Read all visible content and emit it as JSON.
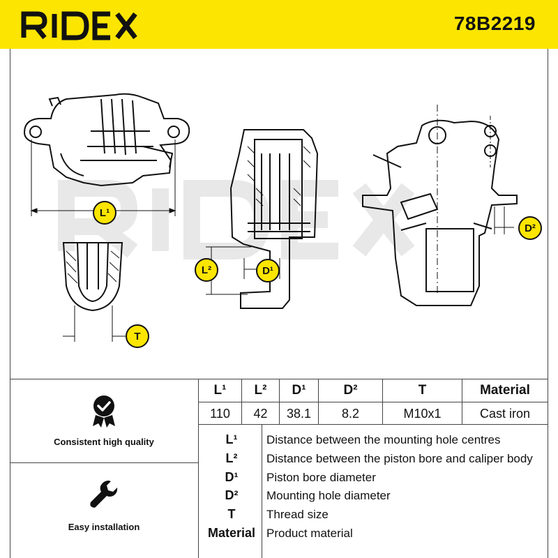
{
  "header": {
    "brand": "RIDEX",
    "part_number": "78B2219"
  },
  "watermark": "RIDEX",
  "badges": {
    "L1": "L¹",
    "L2": "L²",
    "D1": "D¹",
    "D2": "D²",
    "T": "T"
  },
  "colors": {
    "accent": "#fce500",
    "ink": "#111111"
  },
  "features": [
    {
      "icon": "quality-badge-icon",
      "label": "Consistent high quality"
    },
    {
      "icon": "wrench-icon",
      "label": "Easy installation"
    }
  ],
  "spec_table": {
    "headers": [
      "L¹",
      "L²",
      "D¹",
      "D²",
      "T",
      "Material"
    ],
    "values": [
      "110",
      "42",
      "38.1",
      "8.2",
      "M10x1",
      "Cast iron"
    ]
  },
  "legend": [
    {
      "key": "L¹",
      "desc": "Distance between the mounting hole centres"
    },
    {
      "key": "L²",
      "desc": "Distance between the piston bore and caliper body"
    },
    {
      "key": "D¹",
      "desc": "Piston bore diameter"
    },
    {
      "key": "D²",
      "desc": "Mounting hole diameter"
    },
    {
      "key": "T",
      "desc": "Thread size"
    },
    {
      "key": "Material",
      "desc": "Product material"
    }
  ]
}
